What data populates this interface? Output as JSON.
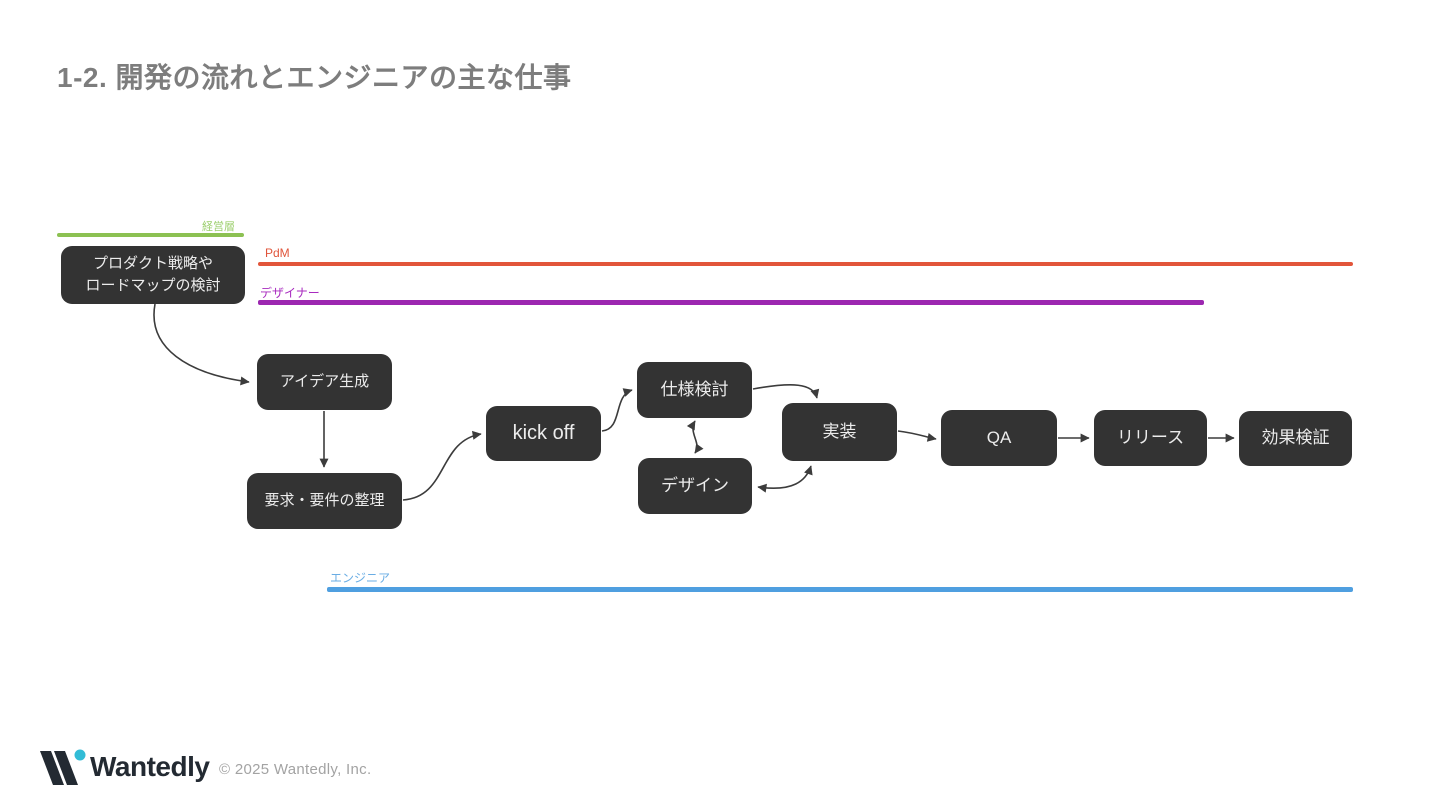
{
  "slide": {
    "title": "1-2. 開発の流れとエンジニアの主な仕事"
  },
  "lanes": {
    "management": {
      "label": "経営層",
      "color": "#8cc152"
    },
    "pdm": {
      "label": "PdM",
      "color": "#e2553a"
    },
    "designer": {
      "label": "デザイナー",
      "color": "#9c27b0"
    },
    "engineer": {
      "label": "エンジニア",
      "color": "#4f9fe0"
    }
  },
  "flow": {
    "strategy": "プロダクト戦略や\nロードマップの検討",
    "idea": "アイデア生成",
    "requirements": "要求・要件の整理",
    "kickoff": "kick off",
    "spec": "仕様検討",
    "design": "デザイン",
    "implementation": "実装",
    "qa": "QA",
    "release": "リリース",
    "verification": "効果検証"
  },
  "edges": [
    {
      "from": "strategy",
      "to": "idea",
      "bidirectional": false
    },
    {
      "from": "idea",
      "to": "requirements",
      "bidirectional": false
    },
    {
      "from": "requirements",
      "to": "kickoff",
      "bidirectional": false
    },
    {
      "from": "kickoff",
      "to": "spec",
      "bidirectional": false
    },
    {
      "from": "spec",
      "to": "implementation",
      "bidirectional": false
    },
    {
      "from": "spec",
      "to": "design",
      "bidirectional": true
    },
    {
      "from": "design",
      "to": "implementation",
      "bidirectional": true
    },
    {
      "from": "implementation",
      "to": "qa",
      "bidirectional": false
    },
    {
      "from": "qa",
      "to": "release",
      "bidirectional": false
    },
    {
      "from": "release",
      "to": "verification",
      "bidirectional": false
    }
  ],
  "colors": {
    "node_bg": "#333333",
    "node_text": "#ececec",
    "arrow": "#3c3c3c",
    "title_text": "#7d7d7d",
    "logo_dot": "#32bcd6",
    "logo_text": "#232a32"
  },
  "footer": {
    "brand": "Wantedly",
    "copyright": "© 2025 Wantedly, Inc."
  }
}
